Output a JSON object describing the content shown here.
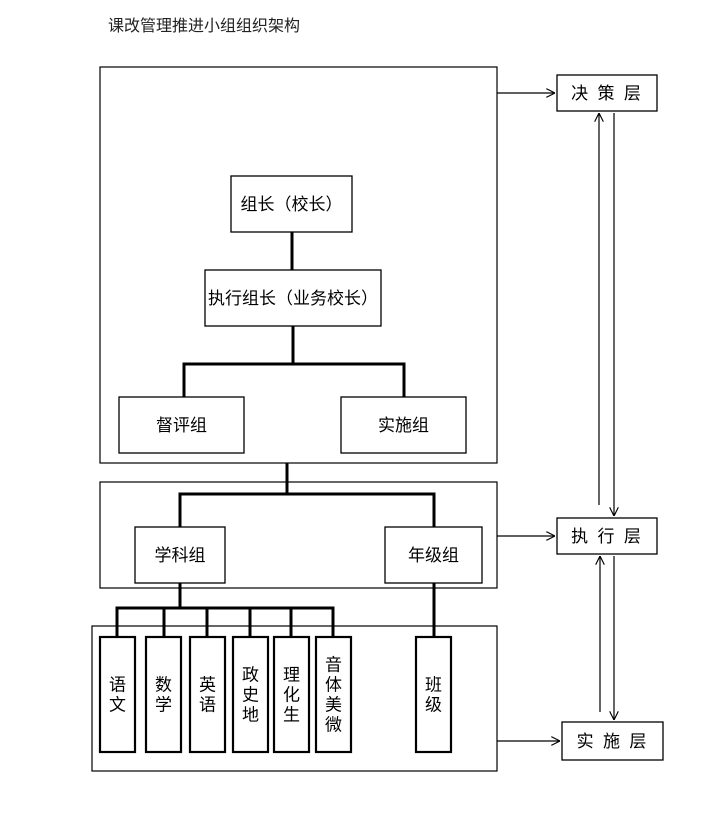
{
  "title": "课改管理推进小组组织架构",
  "nodes": {
    "group_leader": "组长（校长）",
    "exec_leader": "执行组长（业务校长）",
    "supervision_group": "督评组",
    "implementation_group": "实施组",
    "subject_group": "学科组",
    "grade_group": "年级组",
    "class": "班级"
  },
  "subjects": [
    "语文",
    "数学",
    "英语",
    "政史地",
    "理化生",
    "音体美微"
  ],
  "layers": {
    "decision": "决 策 层",
    "execution": "执 行 层",
    "implementation": "实 施 层"
  }
}
